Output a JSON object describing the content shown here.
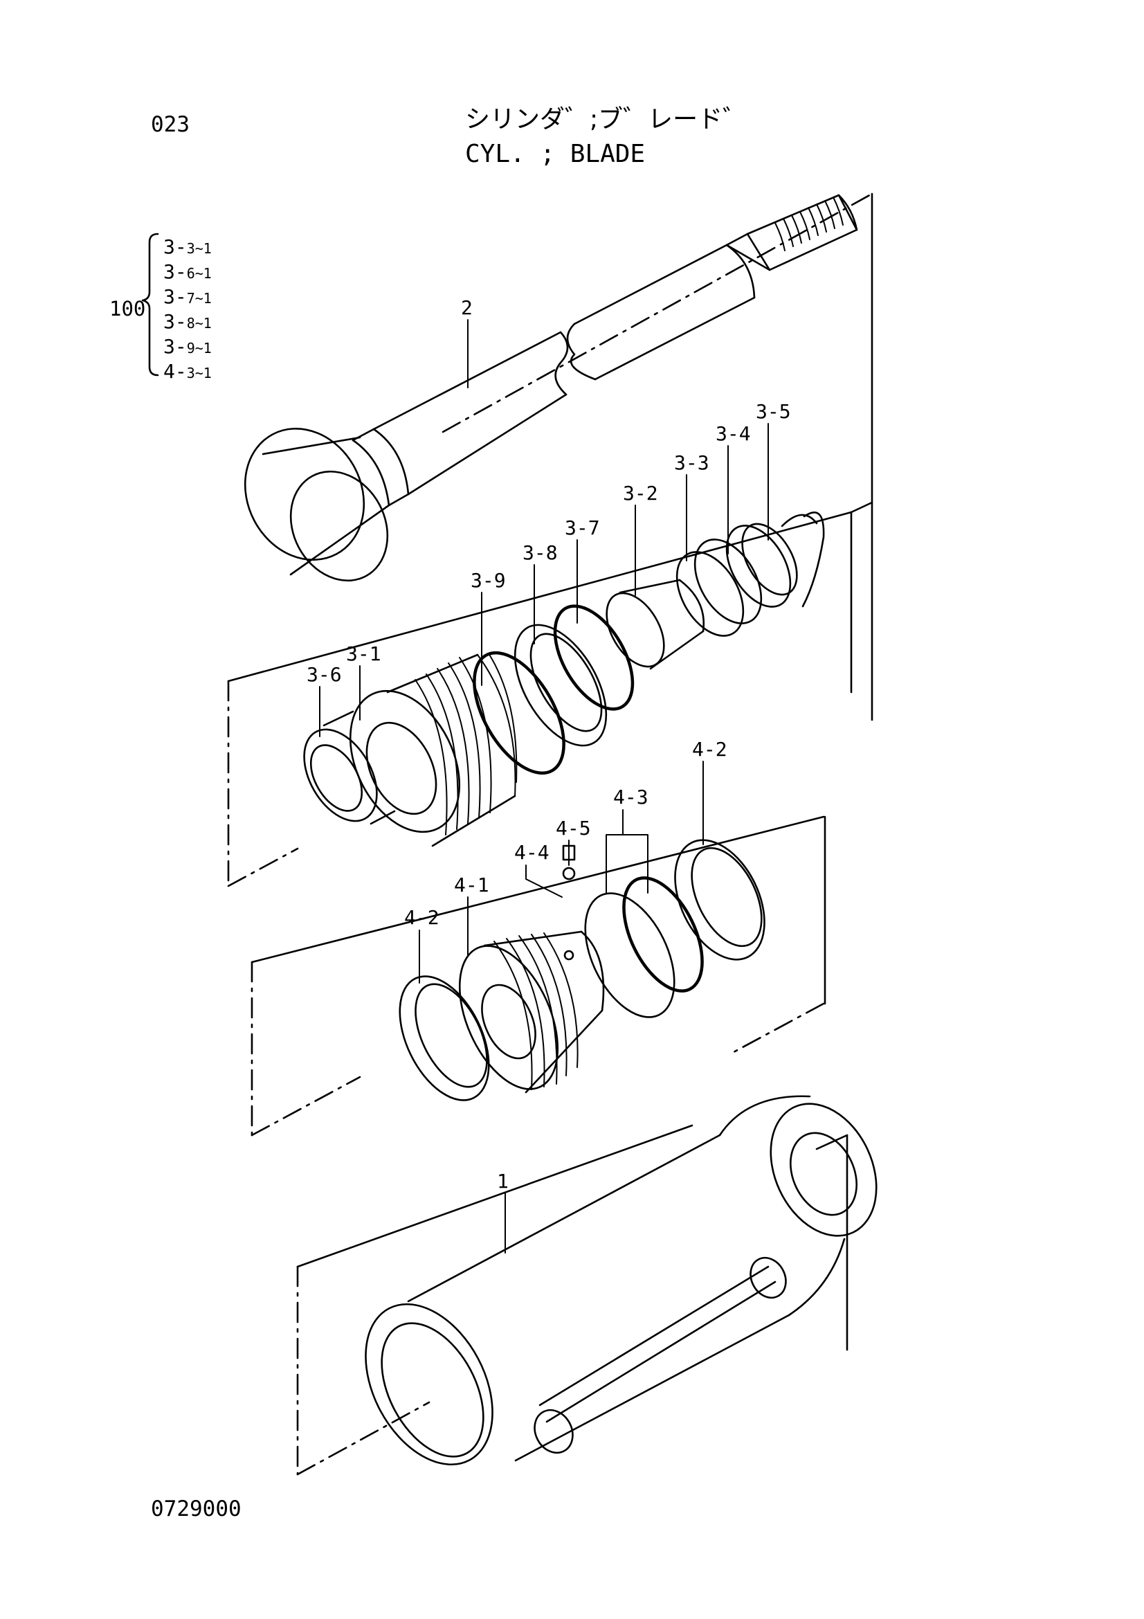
{
  "header": {
    "page_number": "023",
    "title_jp": "シリンダ゛;ブ゛レード゛",
    "title_en": "CYL. ; BLADE"
  },
  "kit": {
    "number": "100",
    "items": [
      {
        "main": "3-",
        "sub": "3~1"
      },
      {
        "main": "3-",
        "sub": "6~1"
      },
      {
        "main": "3-",
        "sub": "7~1"
      },
      {
        "main": "3-",
        "sub": "8~1"
      },
      {
        "main": "3-",
        "sub": "9~1"
      },
      {
        "main": "4-",
        "sub": "3~1"
      }
    ]
  },
  "callouts": {
    "rod": "2",
    "p3_5": "3-5",
    "p3_4": "3-4",
    "p3_3": "3-3",
    "p3_2": "3-2",
    "p3_7": "3-7",
    "p3_8": "3-8",
    "p3_9": "3-9",
    "p3_1": "3-1",
    "p3_6": "3-6",
    "p4_2_top": "4-2",
    "p4_3": "4-3",
    "p4_5": "4-5",
    "p4_4": "4-4",
    "p4_1": "4-1",
    "p4_2_left": "4-2",
    "tube": "1"
  },
  "footer": {
    "doc_code": "0729000"
  }
}
